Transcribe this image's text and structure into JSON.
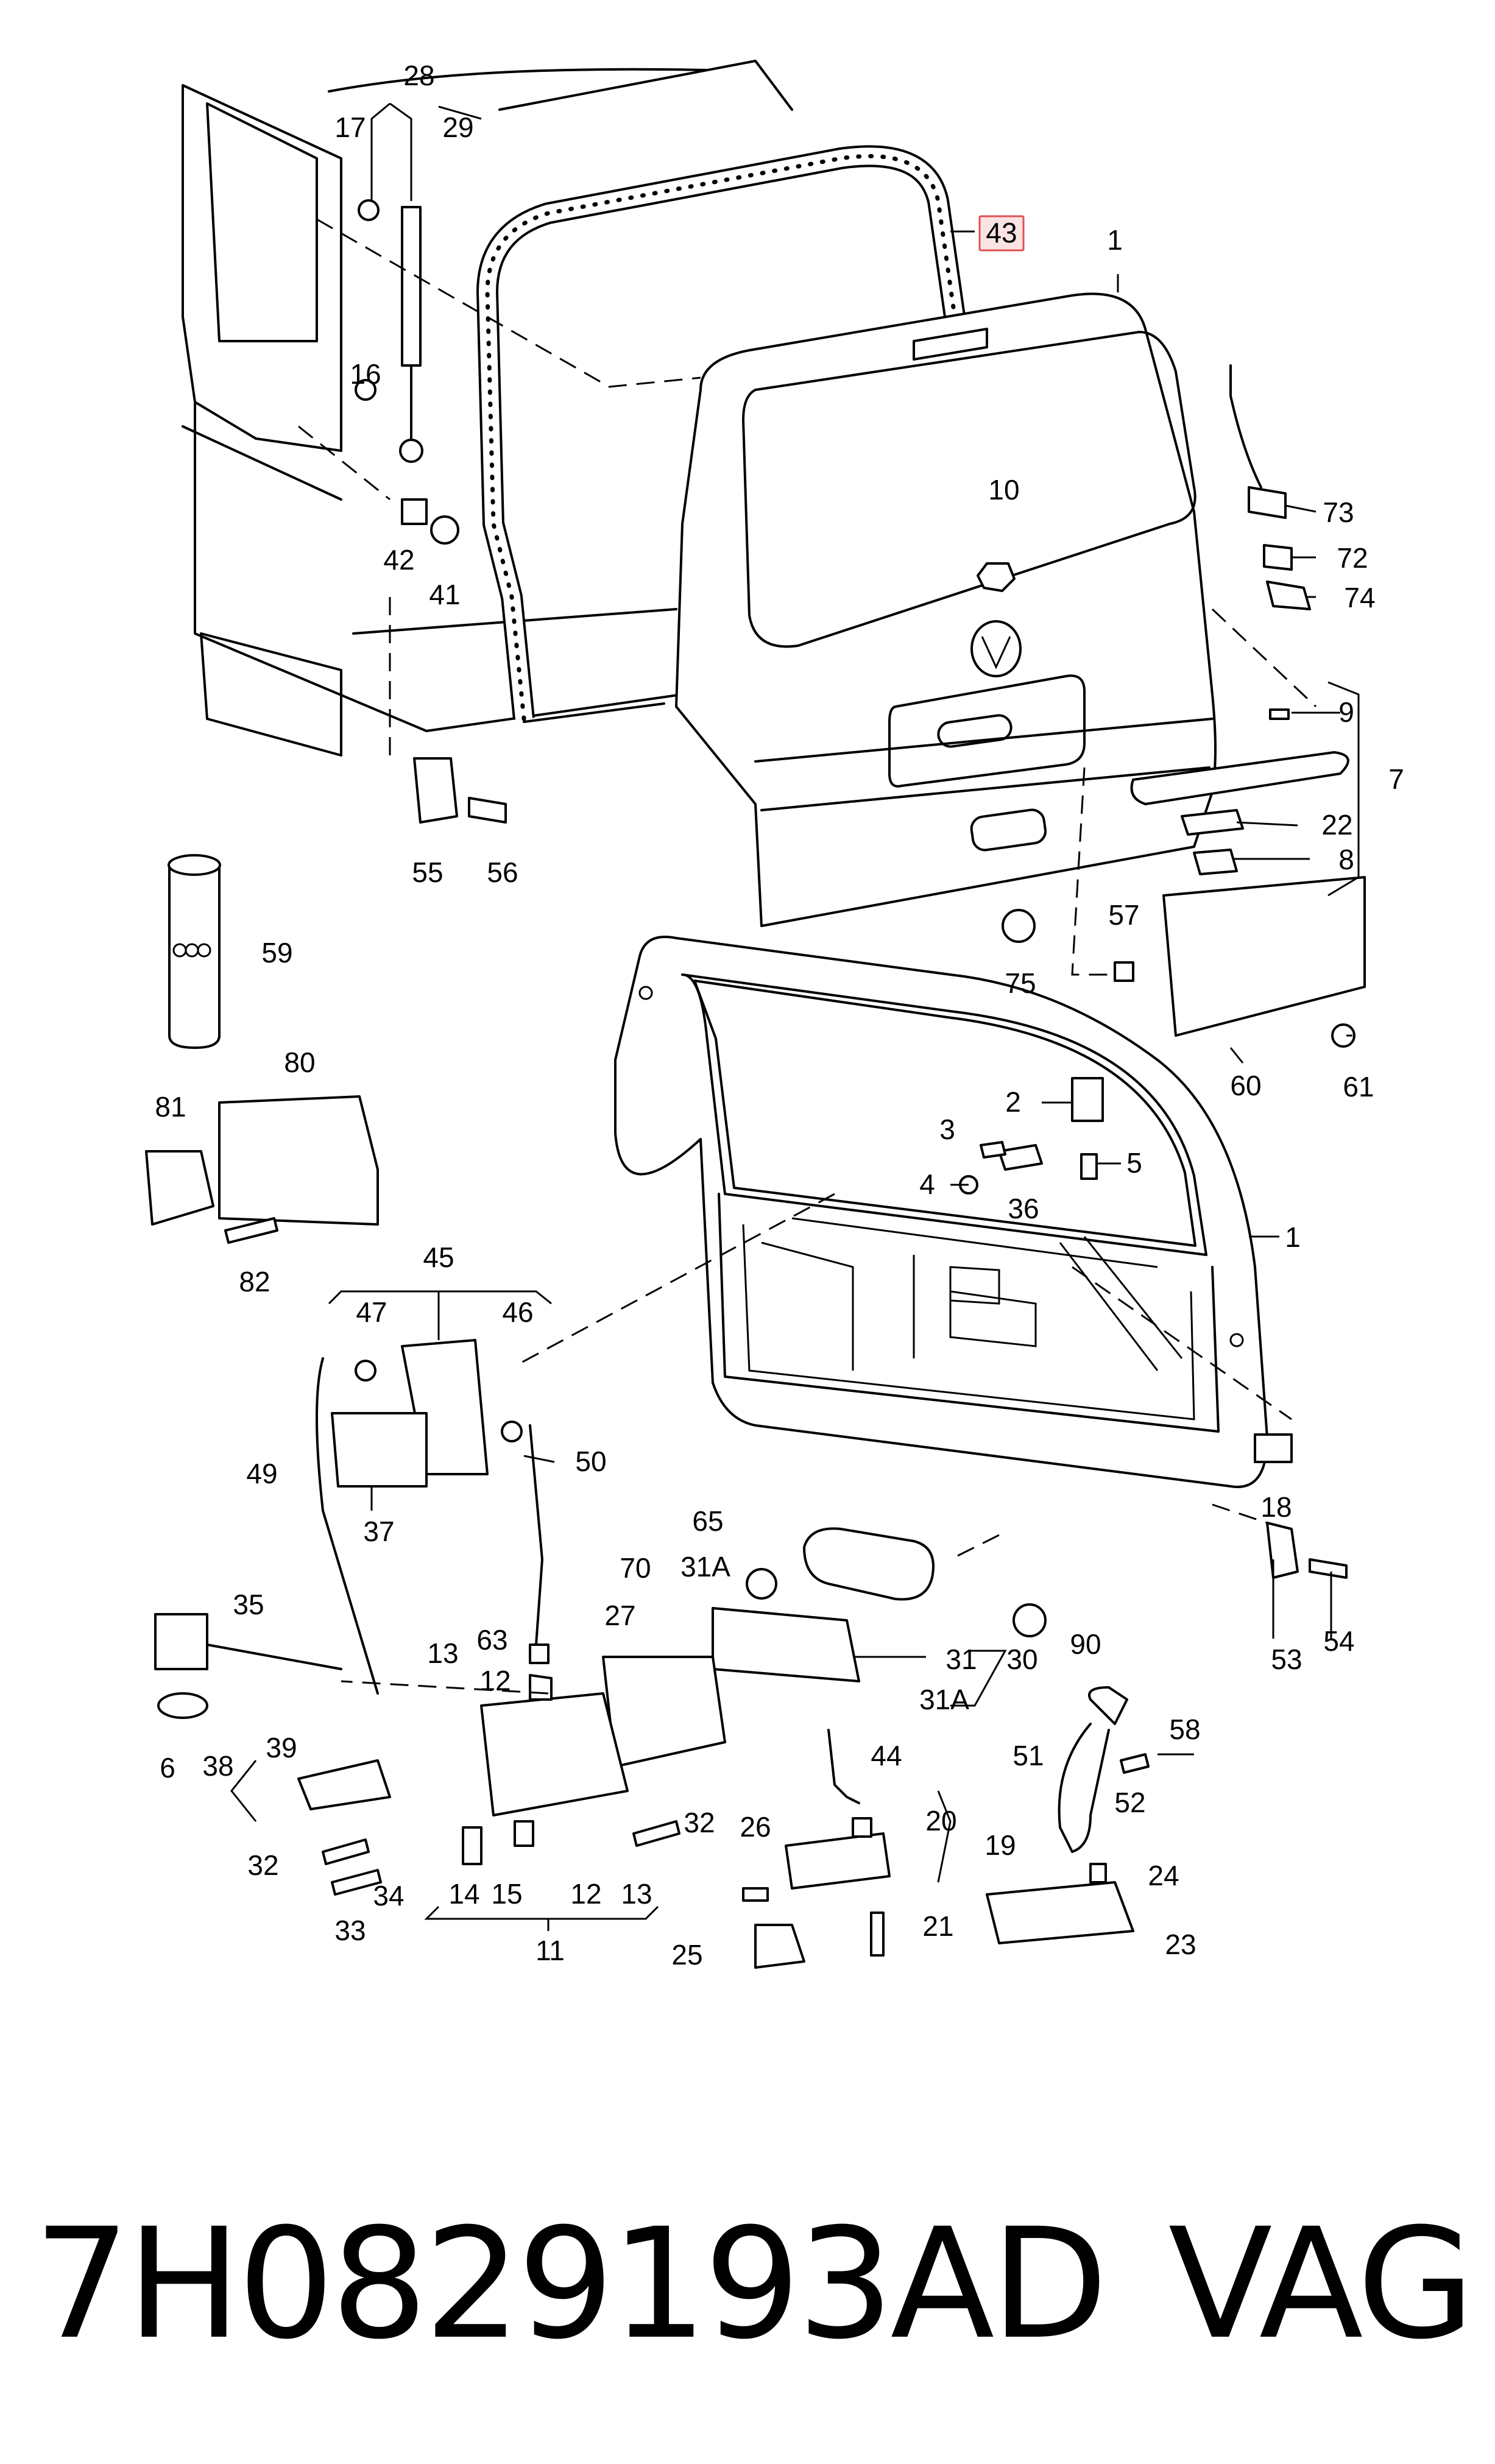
{
  "callouts": {
    "c28": "28",
    "c17": "17",
    "c29": "29",
    "c43": "43",
    "c1a": "1",
    "c1b": "1",
    "c16": "16",
    "c42": "42",
    "c41": "41",
    "c10": "10",
    "c73": "73",
    "c72": "72",
    "c74": "74",
    "c9": "9",
    "c7": "7",
    "c22": "22",
    "c8": "8",
    "c55": "55",
    "c56": "56",
    "c59": "59",
    "c57": "57",
    "c75": "75",
    "c60": "60",
    "c61": "61",
    "c80": "80",
    "c81": "81",
    "c82": "82",
    "c2": "2",
    "c3": "3",
    "c4": "4",
    "c5": "5",
    "c36": "36",
    "c45": "45",
    "c47": "47",
    "c46": "46",
    "c49": "49",
    "c50": "50",
    "c37": "37",
    "c18": "18",
    "c65": "65",
    "c31A_top": "31A",
    "c70": "70",
    "c53": "53",
    "c54": "54",
    "c90": "90",
    "c35": "35",
    "c27": "27",
    "c63": "63",
    "c31": "31",
    "c30": "30",
    "c31A_bot": "31A",
    "c13a": "13",
    "c12a": "12",
    "c6": "6",
    "c38": "38",
    "c39": "39",
    "c58": "58",
    "c51": "51",
    "c44": "44",
    "c52": "52",
    "c20": "20",
    "c26": "26",
    "c19": "19",
    "c32a": "32",
    "c32b": "32",
    "c34": "34",
    "c33": "33",
    "c14": "14",
    "c15": "15",
    "c12b": "12",
    "c13b": "13",
    "c11": "11",
    "c24": "24",
    "c21": "21",
    "c25": "25",
    "c23": "23"
  },
  "highlight": {
    "callout": "43",
    "color": "#e05050",
    "fill": "#fbe3e3"
  },
  "footer": {
    "part_number": "7H0829193AD",
    "brand": "VAG"
  }
}
